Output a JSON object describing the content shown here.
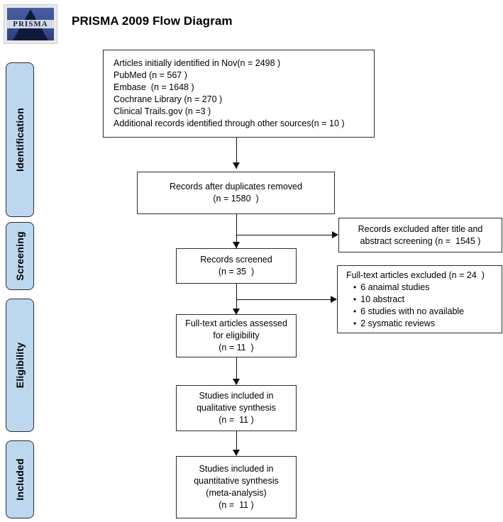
{
  "header": {
    "title": "PRISMA 2009 Flow Diagram",
    "logo_text": "PRISMA"
  },
  "stages": [
    {
      "label": "Identification"
    },
    {
      "label": "Screening"
    },
    {
      "label": "Eligibility"
    },
    {
      "label": "Included"
    }
  ],
  "boxes": {
    "identification": {
      "lines": [
        "Articles initially identified in Nov(n = 2498 )",
        "PubMed (n = 567 )",
        "Embase  (n = 1648 )",
        "Cochrane Library (n = 270 )",
        "Clinical Trails.gov (n =3 )",
        "Additional records identified through other sources(n = 10 )"
      ]
    },
    "duplicates_removed": {
      "lines": [
        "Records after duplicates removed",
        "(n = 1580  )"
      ]
    },
    "records_excluded": {
      "lines": [
        "Records excluded after title and",
        "abstract screening (n =  1545 )"
      ]
    },
    "records_screened": {
      "lines": [
        "Records screened",
        "(n = 35  )"
      ]
    },
    "fulltext_excluded": {
      "heading": "Full-text articles excluded (n = 24  )",
      "bullet": "•",
      "items": [
        "6 anaimal studies",
        "10 abstract",
        "6 studies with no available",
        "2 sysmatic reviews"
      ]
    },
    "fulltext_assessed": {
      "lines": [
        "Full-text articles assessed",
        "for eligibility",
        "(n = 11  )"
      ]
    },
    "qualitative": {
      "lines": [
        "Studies included in",
        "qualitative synthesis",
        "(n =  11 )"
      ]
    },
    "quantitative": {
      "lines": [
        "Studies included in",
        "quantitative synthesis",
        "(meta-analysis)",
        "(n =  11 )"
      ]
    }
  },
  "colors": {
    "stage_fill": "#bdd7ee",
    "line": "#0d0d0d",
    "border": "#2b2b2b",
    "background": "#ffffff"
  }
}
